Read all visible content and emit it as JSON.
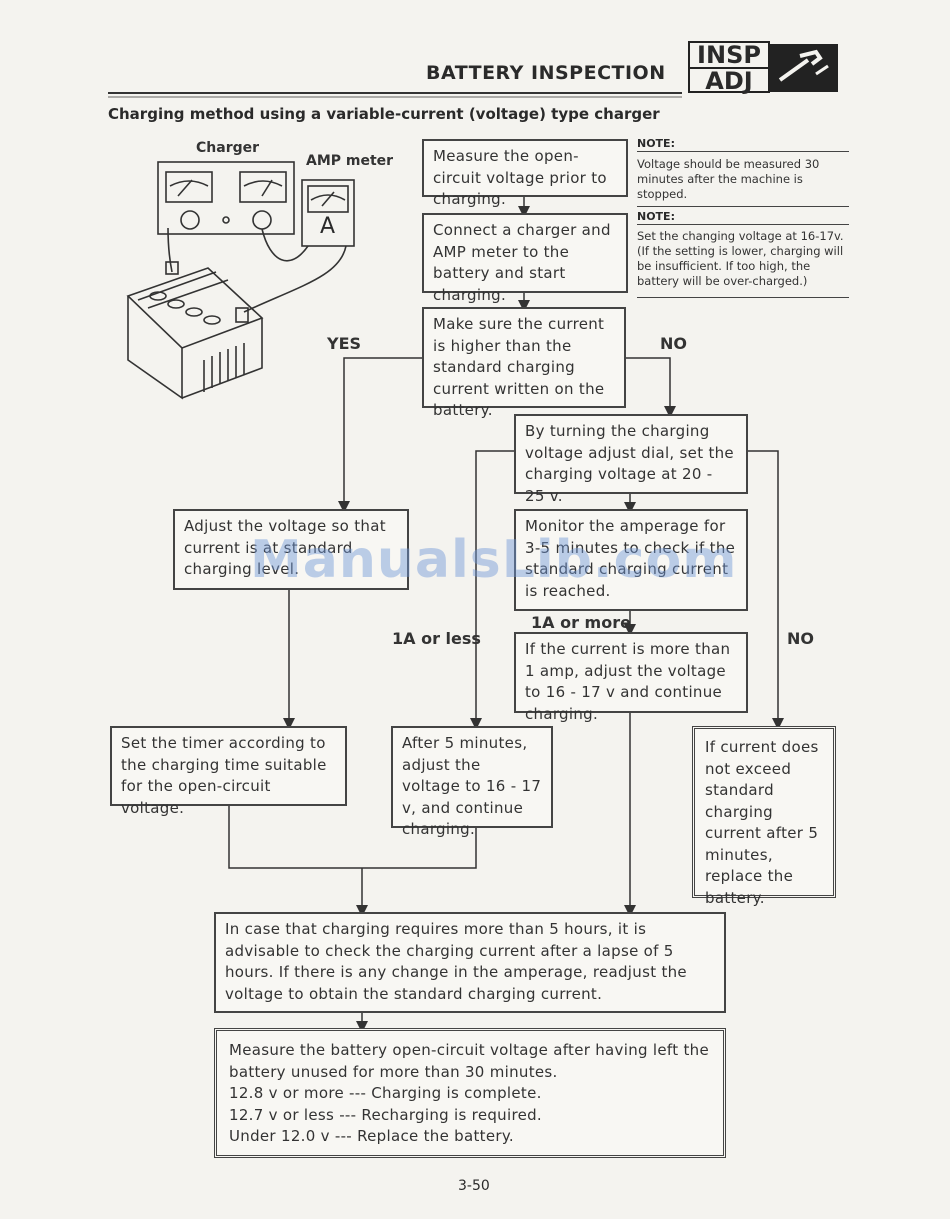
{
  "header": {
    "title": "BATTERY INSPECTION",
    "badge_top": "INSP",
    "badge_bottom": "ADJ"
  },
  "section_title": "Charging method using a variable-current (voltage) type charger",
  "illustration": {
    "charger_label": "Charger",
    "amp_meter_label": "AMP meter",
    "amp_symbol": "A"
  },
  "notes": [
    {
      "heading": "NOTE:",
      "text": "Voltage should be measured 30 minutes after the machine is stopped."
    },
    {
      "heading": "NOTE:",
      "text": "Set the changing voltage at 16-17v. (If the setting is lower, charging will be insufficient. If too high, the battery will be over-charged.)"
    }
  ],
  "flow": {
    "step1": "Measure the open-circuit voltage prior to charging.",
    "step2": "Connect a charger and AMP meter to the battery and start charging.",
    "step3": "Make sure the current is higher than the standard charging current written on the battery.",
    "yes_label": "YES",
    "no_label": "NO",
    "adjust_voltage": "Adjust the voltage so that current is at standard charging level.",
    "turn_dial": "By turning the charging voltage adjust dial, set the charging voltage at 20 - 25 v.",
    "monitor": "Monitor the amperage for 3-5 minutes to check if the standard charging current is reached.",
    "one_a_or_more": "1A or more",
    "one_a_or_less": "1A or less",
    "no_label_2": "NO",
    "more_than_1amp": "If the current is more than 1 amp, adjust the voltage to 16 - 17 v and continue charging.",
    "set_timer": "Set the timer according to the charging time suitable for the open-circuit voltage.",
    "after_5min": "After 5 minutes, adjust the voltage to 16 - 17 v, and continue charging.",
    "replace": "If current does not exceed standard charging current after 5 minutes, replace the battery.",
    "five_hours": "In case that charging requires more than 5 hours, it is advisable to check the charging current after a lapse of 5 hours. If there is any change in the amperage, readjust the voltage to obtain the standard charging current.",
    "final_intro": "Measure the battery open-circuit voltage after having left the battery unused for more than 30 minutes.",
    "final_lines": [
      "12.8 v or more --- Charging is complete.",
      "12.7 v or less --- Recharging is required.",
      "Under 12.0 v --- Replace the battery."
    ]
  },
  "watermark": "ManualsLib.com",
  "page_number": "3-50"
}
